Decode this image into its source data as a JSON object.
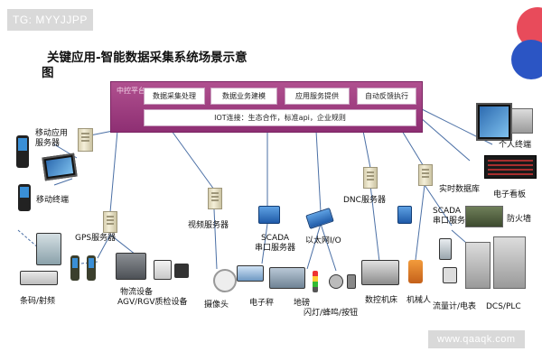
{
  "watermark_top": "TG: MYYJJPP",
  "watermark_bottom": "www.qaaqk.com",
  "title_line1": "关键应用-智能数据采集系统场景示意",
  "title_line2": "图",
  "platform": {
    "header": "中控平台",
    "modules": [
      "数据采集处理",
      "数据业务建模",
      "应用服务提供",
      "自动反馈执行"
    ],
    "iot_bar": "IOT连接：生态合作，标准api，企业规则"
  },
  "labels": {
    "mobile_server": "移动应用\n服务器",
    "mobile_terminal": "移动终端",
    "gps_server": "GPS服务器",
    "video_server": "视频服务器",
    "scada_serial_1": "SCADA\n串口服务器",
    "ethernet_io": "以太网I/O",
    "dnc_server": "DNC服务器",
    "realtime_db": "实时数据库",
    "scada_serial_2": "SCADA\n串口服务器",
    "personal_terminal": "个人终端",
    "e_board": "电子看板",
    "firewall": "防火墙",
    "barcode_rfid": "条码/射频",
    "logistics_device": "物流设备",
    "agv_rgv": "AGV/RGV质检设备",
    "camera": "摄像头",
    "e_scale": "电子秤",
    "floor_scale": "地磅",
    "flash_buzzer": "闪灯/蜂鸣/按钮",
    "cnc_machine": "数控机床",
    "robot": "机械人",
    "flowmeter": "流量计/电表",
    "dcs_plc": "DCS/PLC"
  }
}
